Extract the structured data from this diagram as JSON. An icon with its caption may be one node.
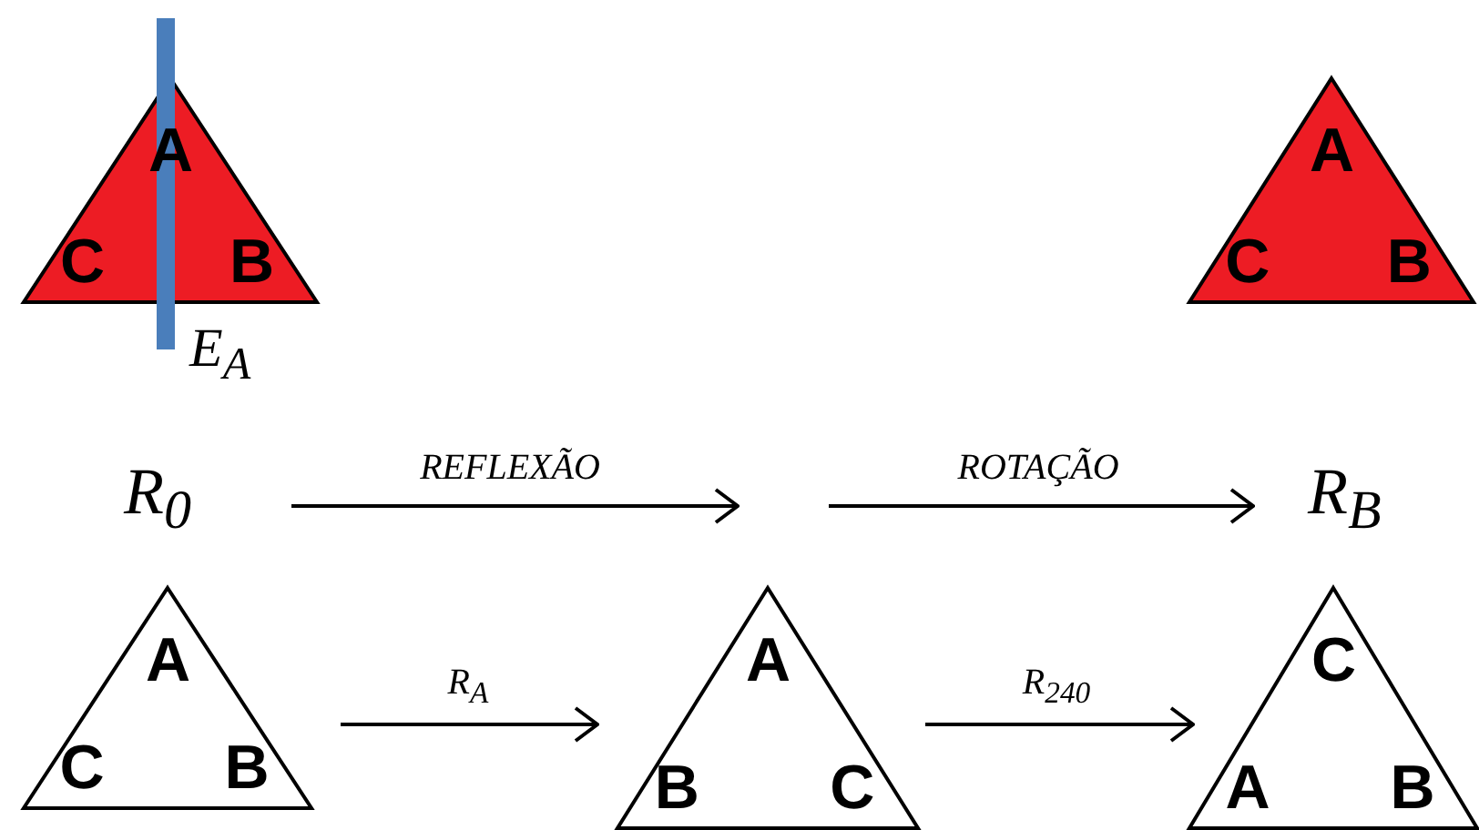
{
  "diagram": {
    "nodes": [
      {
        "text": [
          "A",
          "C",
          "B"
        ],
        "beside": [
          "E$_{A}$"
        ]
      },
      {
        "text": [
          "A",
          "C",
          "B"
        ]
      },
      {
        "text": [
          "R$_{0}$"
        ]
      },
      {
        "text": [
          "R$_{B}$"
        ]
      },
      {
        "text": [
          "A",
          "C",
          "B"
        ]
      },
      {
        "text": [
          "A",
          "B",
          "C"
        ]
      },
      {
        "text": [
          "C",
          "A",
          "B"
        ]
      }
    ],
    "edges": [
      {
        "from": 2,
        "to": null,
        "arrow": "to",
        "label": "REFLEXÃO"
      },
      {
        "from": null,
        "to": 3,
        "arrow": "to",
        "label": "ROTAÇÃO"
      },
      {
        "from": 4,
        "to": 5,
        "arrow": "to",
        "label": "R$_{A}$"
      },
      {
        "from": 5,
        "to": 6,
        "arrow": "to",
        "label": "R$_{240}$"
      }
    ]
  }
}
